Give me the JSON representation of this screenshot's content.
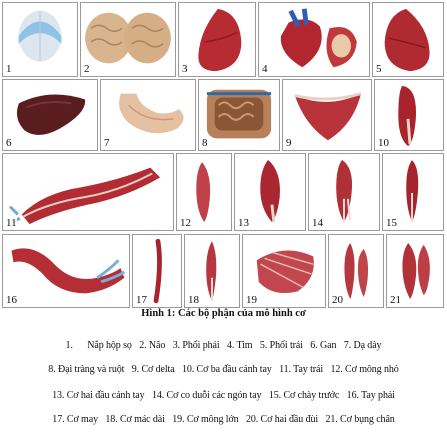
{
  "figure": {
    "panel_numbers": [
      "1",
      "2",
      "3",
      "4",
      "5",
      "6",
      "7",
      "8",
      "9",
      "10",
      "11",
      "12",
      "13",
      "14",
      "15",
      "16",
      "17",
      "18",
      "19",
      "20",
      "21"
    ],
    "caption": "Hình 1: Các bộ phận của mô hình cơ",
    "legend_lines": [
      [
        "1.      Nắp hộp sọ",
        "2. Não",
        "3. Phổi phải",
        "4. Tim",
        "5. Phổi trái",
        "6. Gan",
        "7. Dạ dày"
      ],
      [
        "8. Đại tràng và ruột",
        "9. Cơ delta",
        "10. Cơ ba đầu cánh tay",
        "11. Tay trái",
        "12. Cơ mông nhỏ"
      ],
      [
        "13. Cơ hai đầu cánh tay",
        "14. Cơ co duỗi các ngón tay",
        "15. Cơ chày trước",
        "16. Tay phải"
      ],
      [
        "17. Cơ may",
        "18. Cơ mác dài",
        "19. Cơ mông lớn",
        "20. Cơ hai đầu đùi",
        "21. Cơ bụng chân"
      ]
    ]
  }
}
